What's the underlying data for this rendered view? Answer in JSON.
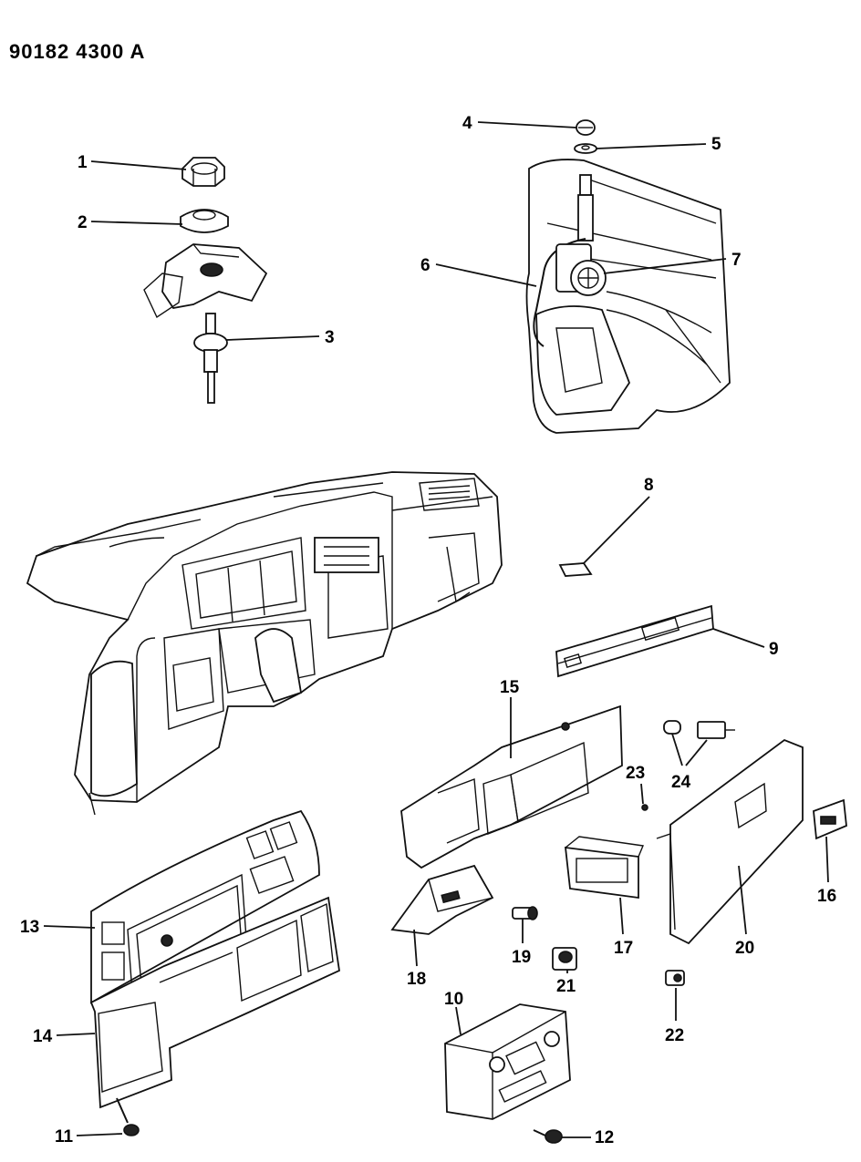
{
  "document": {
    "id": "90182 4300  A"
  },
  "callouts": [
    {
      "number": "1"
    },
    {
      "number": "2"
    },
    {
      "number": "3"
    },
    {
      "number": "4"
    },
    {
      "number": "5"
    },
    {
      "number": "6"
    },
    {
      "number": "7"
    },
    {
      "number": "8"
    },
    {
      "number": "9"
    },
    {
      "number": "10"
    },
    {
      "number": "11"
    },
    {
      "number": "12"
    },
    {
      "number": "13"
    },
    {
      "number": "14"
    },
    {
      "number": "15"
    },
    {
      "number": "16"
    },
    {
      "number": "17"
    },
    {
      "number": "18"
    },
    {
      "number": "19"
    },
    {
      "number": "20"
    },
    {
      "number": "21"
    },
    {
      "number": "22"
    },
    {
      "number": "23"
    },
    {
      "number": "24"
    }
  ]
}
